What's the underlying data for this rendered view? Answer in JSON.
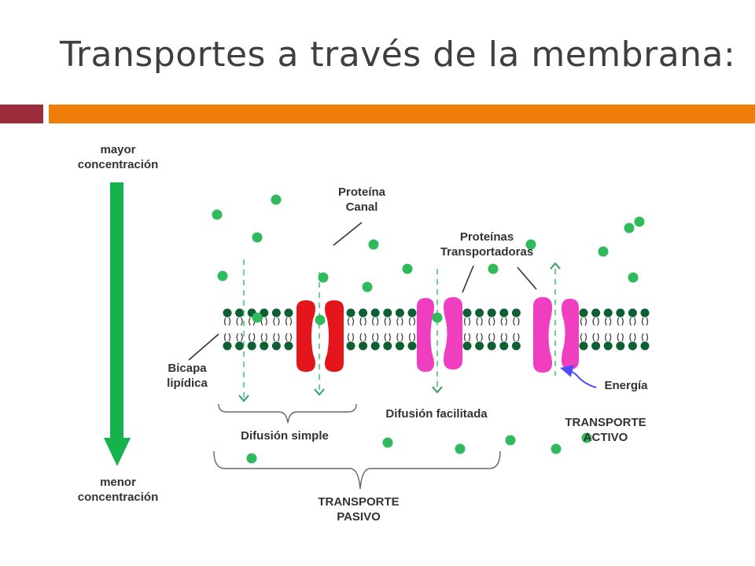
{
  "title": "Transportes a través de la membrana:",
  "colors": {
    "title_bar_left": "#9e2b3c",
    "title_bar_right": "#ef7d0a",
    "gradient_arrow": "#16b24b",
    "molecule": "#2fba5c",
    "lipid_head": "#0e5f32",
    "channel_protein": "#e5151c",
    "carrier_protein": "#f03ec0",
    "energy_arrow": "#4d4dff"
  },
  "labels": {
    "high_concentration": [
      "mayor",
      "concentración"
    ],
    "low_concentration": [
      "menor",
      "concentración"
    ],
    "channel_protein": [
      "Proteína",
      "Canal"
    ],
    "carrier_proteins": [
      "Proteínas",
      "Transportadoras"
    ],
    "lipid_bilayer": [
      "Bicapa",
      "lipídica"
    ],
    "energy": "Energía",
    "simple_diffusion": "Difusión simple",
    "facilitated_diffusion": "Difusión facilitada",
    "active_transport": [
      "TRANSPORTE",
      "ACTIVO"
    ],
    "passive_transport": [
      "TRANSPORTE",
      "PASIVO"
    ]
  },
  "icons": {
    "gradient_arrow": "down-arrow-icon",
    "molecule": "circle-dot",
    "energy": "curved-arrow-icon"
  }
}
